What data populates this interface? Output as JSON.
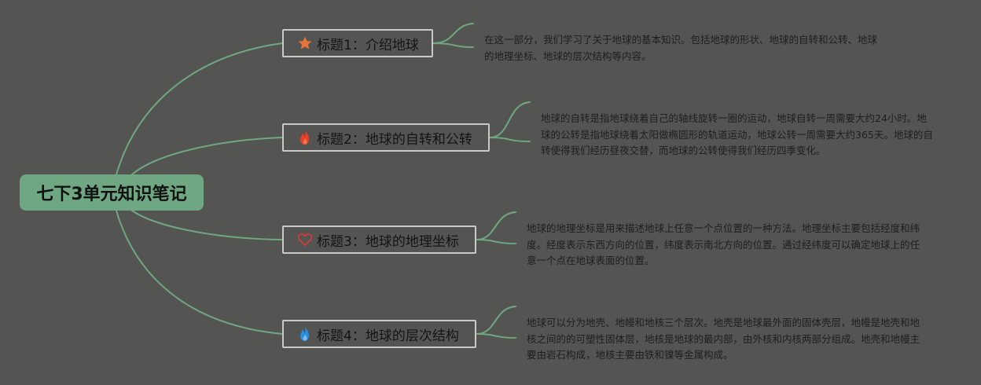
{
  "root": {
    "title": "七下3单元知识笔记"
  },
  "topics": [
    {
      "label": "标题1：介绍地球",
      "icon": "star-icon",
      "icon_color": "#e8743b",
      "note": "在这一部分，我们学习了关于地球的基本知识。包括地球的形状、地球的自转和公转、地球的地理坐标、地球的层次结构等内容。"
    },
    {
      "label": "标题2：地球的自转和公转",
      "icon": "fire-icon",
      "icon_color": "#e8402a",
      "note": "地球的自转是指地球绕着自己的轴线旋转一圈的运动，地球自转一周需要大约24小时。地球的公转是指地球绕着太阳做椭圆形的轨道运动，地球公转一周需要大约365天。地球的自转使得我们经历昼夜交替，而地球的公转使得我们经历四季变化。"
    },
    {
      "label": "标题3：地球的地理坐标",
      "icon": "heart-icon",
      "icon_color": "#d23b3b",
      "note": "地球的地理坐标是用来描述地球上任意一个点位置的一种方法。地理坐标主要包括经度和纬度。经度表示东西方向的位置，纬度表示南北方向的位置。通过经纬度可以确定地球上的任意一个点在地球表面的位置。"
    },
    {
      "label": "标题4：地球的层次结构",
      "icon": "water-drop-icon",
      "icon_color": "#2b8fe0",
      "note": "地球可以分为地壳、地幔和地核三个层次。地壳是地球最外面的固体壳层，地幔是地壳和地核之间的的可塑性固体层，地核是地球的最内部，由外核和内核两部分组成。地壳和地幔主要由岩石构成，地核主要由铁和镍等金属构成。"
    }
  ],
  "colors": {
    "background": "#545552",
    "connector": "#6fa782",
    "root_fill": "#6fa782",
    "topic_border": "#c9c9c9",
    "text": "#141414"
  }
}
